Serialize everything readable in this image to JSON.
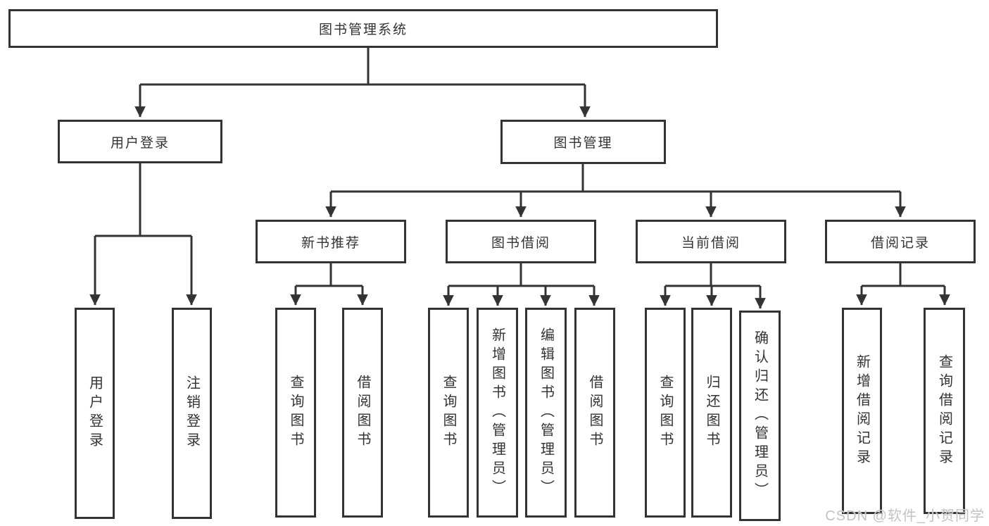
{
  "diagram": {
    "tree": {
      "label": "图书管理系统",
      "children": [
        {
          "label": "用户登录",
          "children": [
            {
              "label": "用户登录"
            },
            {
              "label": "注销登录"
            }
          ]
        },
        {
          "label": "图书管理",
          "children": [
            {
              "label": "新书推荐",
              "children": [
                {
                  "label": "查询图书"
                },
                {
                  "label": "借阅图书"
                }
              ]
            },
            {
              "label": "图书借阅",
              "children": [
                {
                  "label": "查询图书"
                },
                {
                  "label": "新增图书（管理员）"
                },
                {
                  "label": "编辑图书（管理员）"
                },
                {
                  "label": "借阅图书"
                }
              ]
            },
            {
              "label": "当前借阅",
              "children": [
                {
                  "label": "查询图书"
                },
                {
                  "label": "归还图书"
                },
                {
                  "label": "确认归还（管理员）"
                }
              ]
            },
            {
              "label": "借阅记录",
              "children": [
                {
                  "label": "新增借阅记录"
                },
                {
                  "label": "查询借阅记录"
                }
              ]
            }
          ]
        }
      ]
    },
    "colors": {
      "line": "#333333",
      "text": "#333333",
      "background": "#ffffff",
      "watermark": "#c3c3c3"
    }
  },
  "watermark": {
    "text": "CSDN @软件_小贺同学"
  }
}
